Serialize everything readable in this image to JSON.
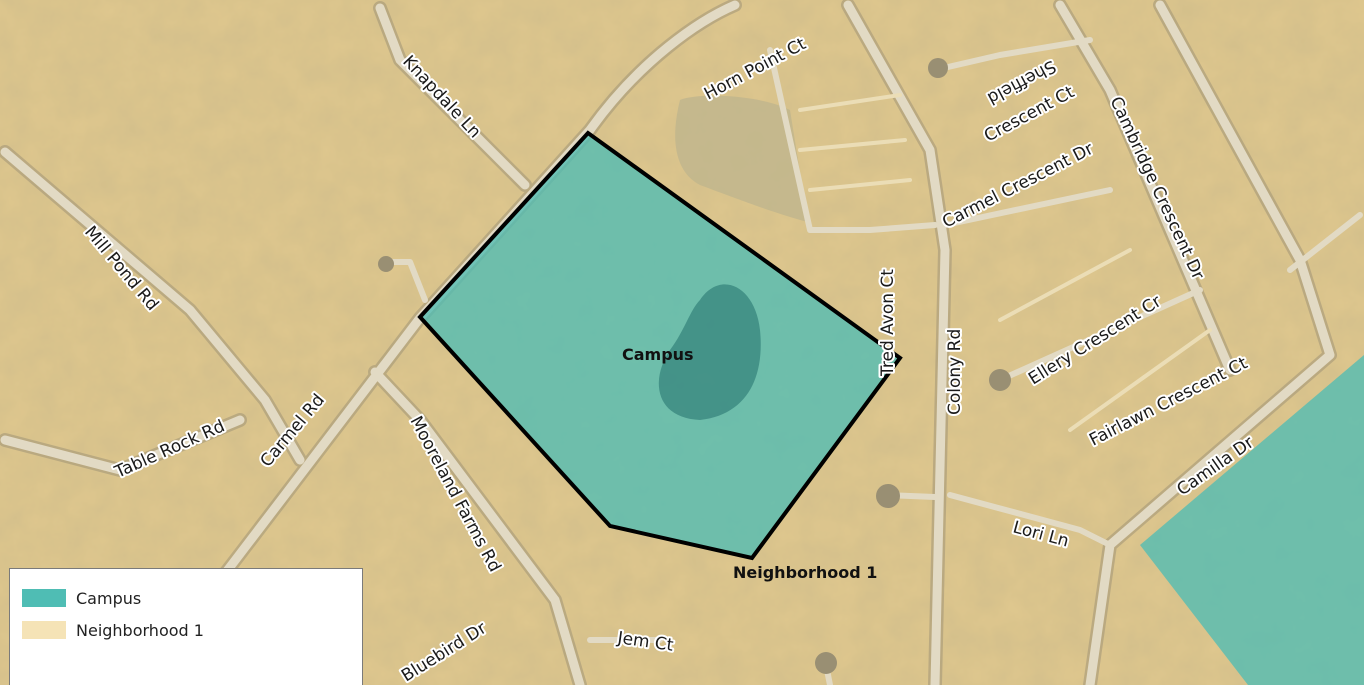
{
  "colors": {
    "campus": "#4fbdb4",
    "neighborhood": "#f5e3b6",
    "road": "#cfd0d2",
    "boundary": "#000000"
  },
  "labels": {
    "campus_area": "Campus",
    "neighborhood_area": "Neighborhood 1"
  },
  "roads": {
    "knapdale": "Knapdale Ln",
    "horn_point": "Horn Point Ct",
    "sheffield": "Sheffield",
    "crescent_ct": "Crescent Ct",
    "cambridge": "Cambridge Crescent Dr",
    "carmel_crescent": "Carmel Crescent Dr",
    "mill_pond": "Mill Pond Rd",
    "tred_avon": "Tred Avon Ct",
    "colony": "Colony Rd",
    "ellery": "Ellery Crescent Cr",
    "fairlawn": "Fairlawn Crescent Ct",
    "camilla": "Camilla Dr",
    "table_rock": "Table Rock Rd",
    "carmel": "Carmel Rd",
    "mooreland": "Mooreland Farms Rd",
    "lori": "Lori Ln",
    "jem": "Jem Ct",
    "bluebird": "Bluebird Dr"
  },
  "legend": {
    "items": [
      {
        "label": "Campus",
        "color": "#4fbdb4"
      },
      {
        "label": "Neighborhood 1",
        "color": "#f5e3b6"
      }
    ]
  }
}
